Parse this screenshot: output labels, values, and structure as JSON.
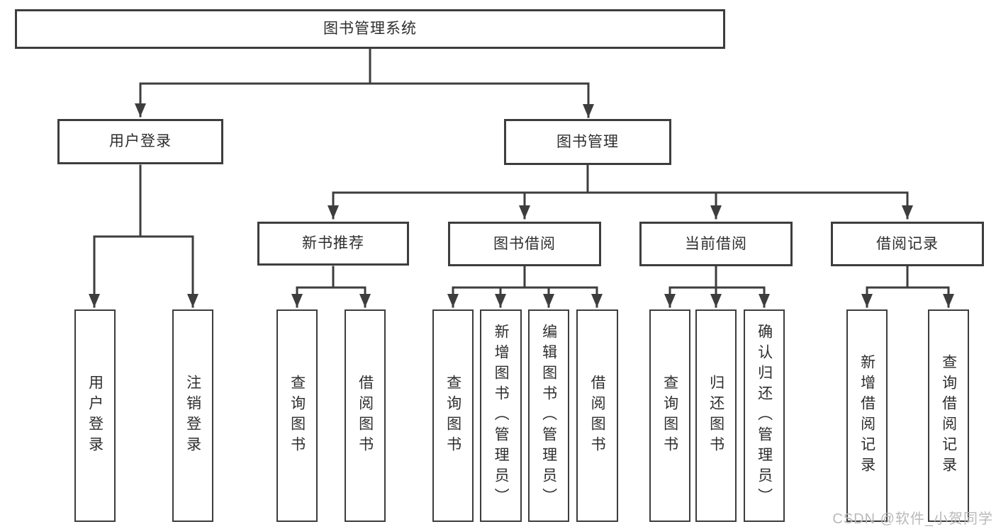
{
  "colors": {
    "line": "#3d3d3d",
    "text": "#2e2e2e",
    "background": "#ffffff",
    "watermark_text": "#b9b9b9"
  },
  "watermark": "CSDN @软件_小贺同学",
  "tree": {
    "root": {
      "label": "图书管理系统"
    },
    "branches": [
      {
        "label": "用户登录",
        "children": [
          {
            "label": "用户登录"
          },
          {
            "label": "注销登录"
          }
        ]
      },
      {
        "label": "图书管理",
        "groups": [
          {
            "label": "新书推荐",
            "children": [
              {
                "label": "查询图书"
              },
              {
                "label": "借阅图书"
              }
            ]
          },
          {
            "label": "图书借阅",
            "children": [
              {
                "label": "查询图书"
              },
              {
                "label": "新增图书（管理员）"
              },
              {
                "label": "编辑图书（管理员）"
              },
              {
                "label": "借阅图书"
              }
            ]
          },
          {
            "label": "当前借阅",
            "children": [
              {
                "label": "查询图书"
              },
              {
                "label": "归还图书"
              },
              {
                "label": "确认归还（管理员）"
              }
            ]
          },
          {
            "label": "借阅记录",
            "children": [
              {
                "label": "新增借阅记录"
              },
              {
                "label": "查询借阅记录"
              }
            ]
          }
        ]
      }
    ]
  }
}
